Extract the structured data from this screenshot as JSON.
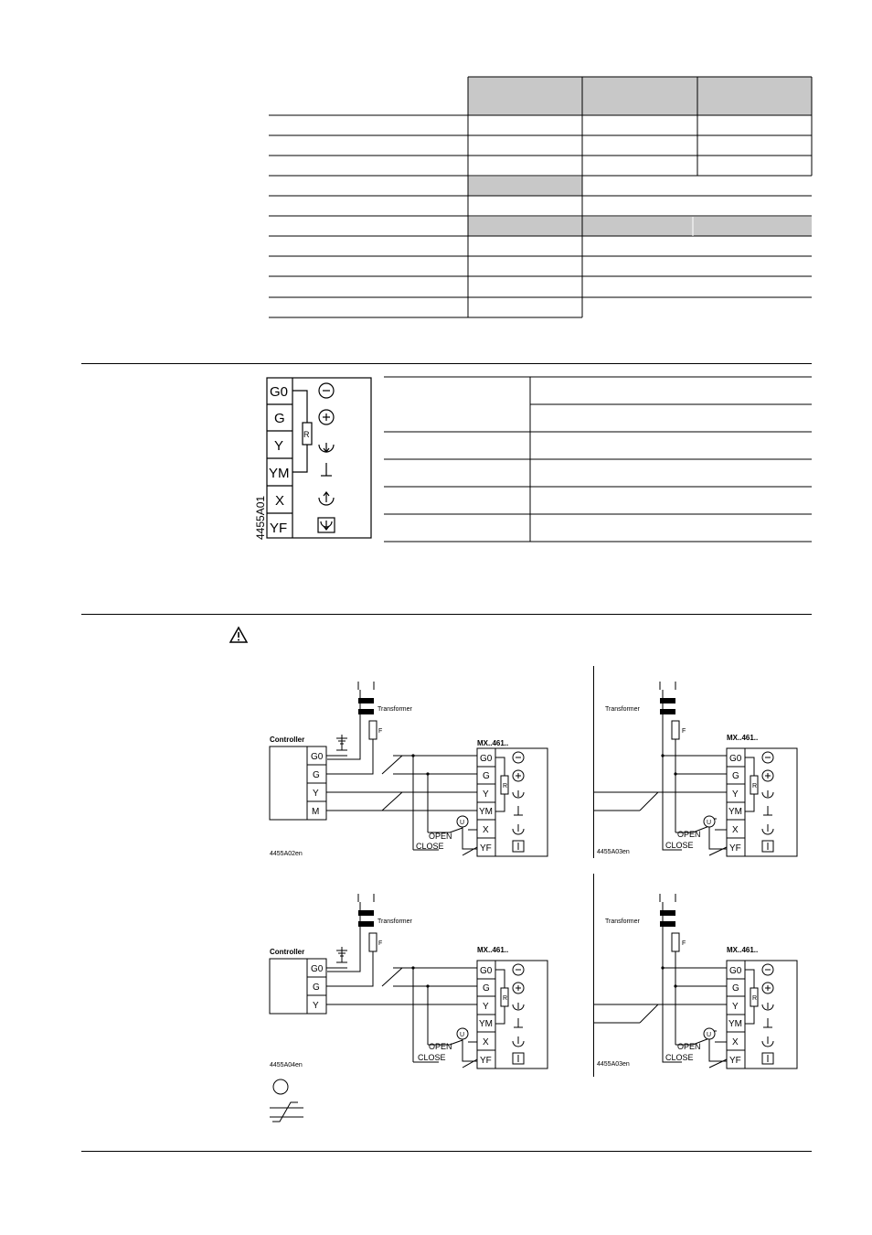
{
  "terminal_block": {
    "figure_code": "4455A01",
    "terminals": [
      "G0",
      "G",
      "Y",
      "YM",
      "X",
      "YF"
    ],
    "resistor_label": "R"
  },
  "diagram_1": {
    "transformer_label": "Transformer",
    "fuse_label": "F",
    "controller_label": "Controller",
    "controller_terminals": [
      "G0",
      "G",
      "Y",
      "M"
    ],
    "actuator_label": "MX..461..",
    "actuator_terminals": [
      "G0",
      "G",
      "Y",
      "YM",
      "X",
      "YF"
    ],
    "resistor_label": "R",
    "u_label": "U",
    "open_label": "OPEN",
    "close_label": "CLOSE",
    "figure_code": "4455A02en"
  },
  "diagram_2": {
    "transformer_label": "Transformer",
    "fuse_label": "F",
    "actuator_label": "MX..461..",
    "actuator_terminals": [
      "G0",
      "G",
      "Y",
      "YM",
      "X",
      "YF"
    ],
    "resistor_label": "R",
    "u_label": "U",
    "open_label": "OPEN",
    "close_label": "CLOSE",
    "figure_code": "4455A03en"
  },
  "diagram_3": {
    "transformer_label": "Transformer",
    "fuse_label": "F",
    "controller_label": "Controller",
    "controller_terminals": [
      "G0",
      "G",
      "Y"
    ],
    "actuator_label": "MX..461..",
    "actuator_terminals": [
      "G0",
      "G",
      "Y",
      "YM",
      "X",
      "YF"
    ],
    "resistor_label": "R",
    "u_label": "U",
    "open_label": "OPEN",
    "close_label": "CLOSE",
    "figure_code": "4455A04en"
  },
  "diagram_4": {
    "transformer_label": "Transformer",
    "fuse_label": "F",
    "actuator_label": "MX..461..",
    "actuator_terminals": [
      "G0",
      "G",
      "Y",
      "YM",
      "X",
      "YF"
    ],
    "resistor_label": "R",
    "u_label": "U",
    "open_label": "OPEN",
    "close_label": "CLOSE",
    "figure_code": "4455A03en"
  },
  "colors": {
    "line": "#000000",
    "header_fill": "#c8c8c8"
  }
}
